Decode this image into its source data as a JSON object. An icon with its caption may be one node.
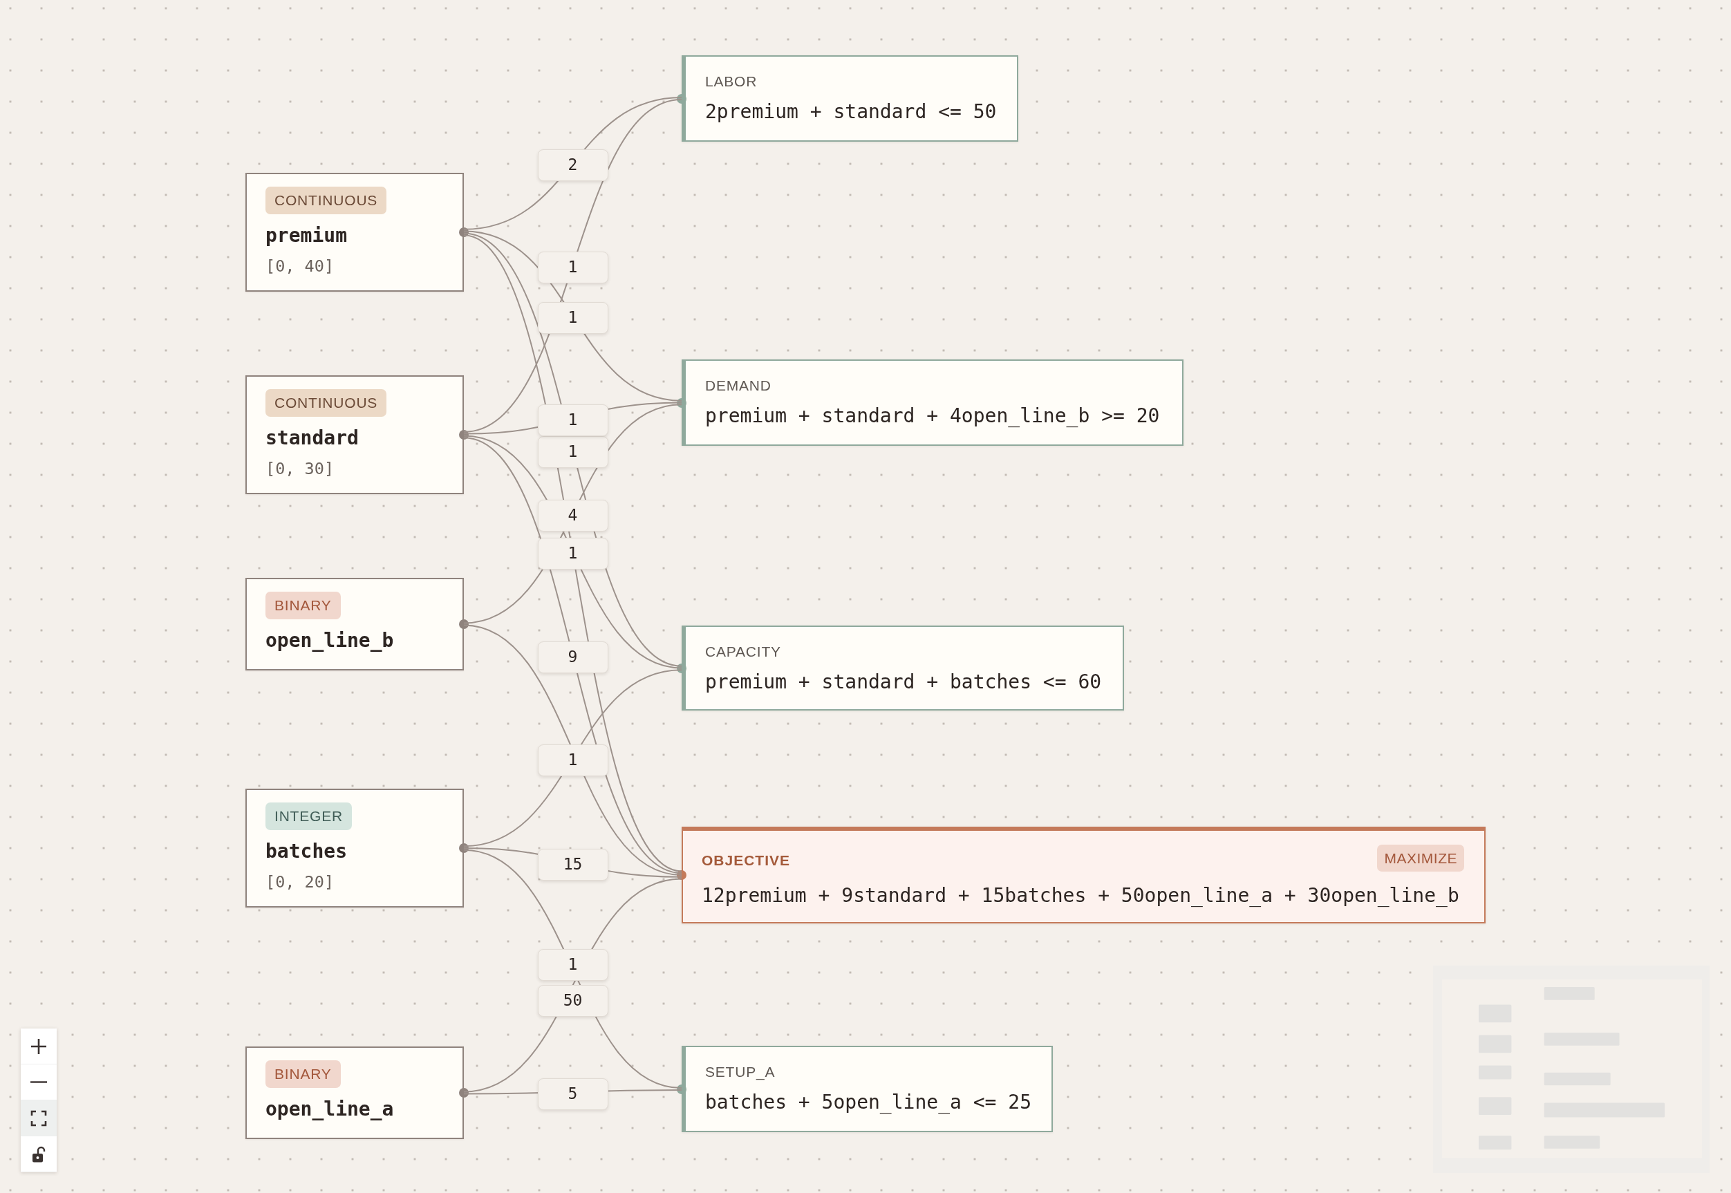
{
  "diagram": {
    "nodes": [
      {
        "text": [
          "CONTINUOUS",
          "premium",
          "[0, 40]"
        ]
      },
      {
        "text": [
          "CONTINUOUS",
          "standard",
          "[0, 30]"
        ]
      },
      {
        "text": [
          "BINARY",
          "open_line_b"
        ]
      },
      {
        "text": [
          "INTEGER",
          "batches",
          "[0, 20]"
        ]
      },
      {
        "text": [
          "BINARY",
          "open_line_a"
        ]
      },
      {
        "text": [
          "LABOR",
          "2premium + standard <= 50"
        ]
      },
      {
        "text": [
          "DEMAND",
          "premium + standard + 4open_line_b >= 20"
        ]
      },
      {
        "text": [
          "CAPACITY",
          "premium + standard + batches <= 60"
        ]
      },
      {
        "text": [
          "OBJECTIVE",
          "MAXIMIZE",
          "12premium + 9standard + 15batches + 50open_line_a + 30open_line_b"
        ]
      },
      {
        "text": [
          "SETUP_A",
          "batches + 5open_line_a <= 25"
        ]
      }
    ],
    "edges": [
      {
        "from": 0,
        "to": 5,
        "arrow": "none",
        "label": "2"
      },
      {
        "from": 0,
        "to": 6,
        "arrow": "none",
        "label": "1"
      },
      {
        "from": 0,
        "to": 7,
        "arrow": "none",
        "label": "1"
      },
      {
        "from": 0,
        "to": 8,
        "arrow": "none"
      },
      {
        "from": 1,
        "to": 5,
        "arrow": "none",
        "label": "1"
      },
      {
        "from": 1,
        "to": 6,
        "arrow": "none",
        "label": "1"
      },
      {
        "from": 1,
        "to": 7,
        "arrow": "none",
        "label": "1"
      },
      {
        "from": 1,
        "to": 8,
        "arrow": "none",
        "label": "9"
      },
      {
        "from": 2,
        "to": 6,
        "arrow": "none",
        "label": "4"
      },
      {
        "from": 2,
        "to": 8,
        "arrow": "none"
      },
      {
        "from": 3,
        "to": 7,
        "arrow": "none",
        "label": "1"
      },
      {
        "from": 3,
        "to": 8,
        "arrow": "none",
        "label": "15"
      },
      {
        "from": 3,
        "to": 9,
        "arrow": "none",
        "label": "1"
      },
      {
        "from": 4,
        "to": 8,
        "arrow": "none",
        "label": "50"
      },
      {
        "from": 4,
        "to": 9,
        "arrow": "none",
        "label": "5"
      }
    ]
  }
}
